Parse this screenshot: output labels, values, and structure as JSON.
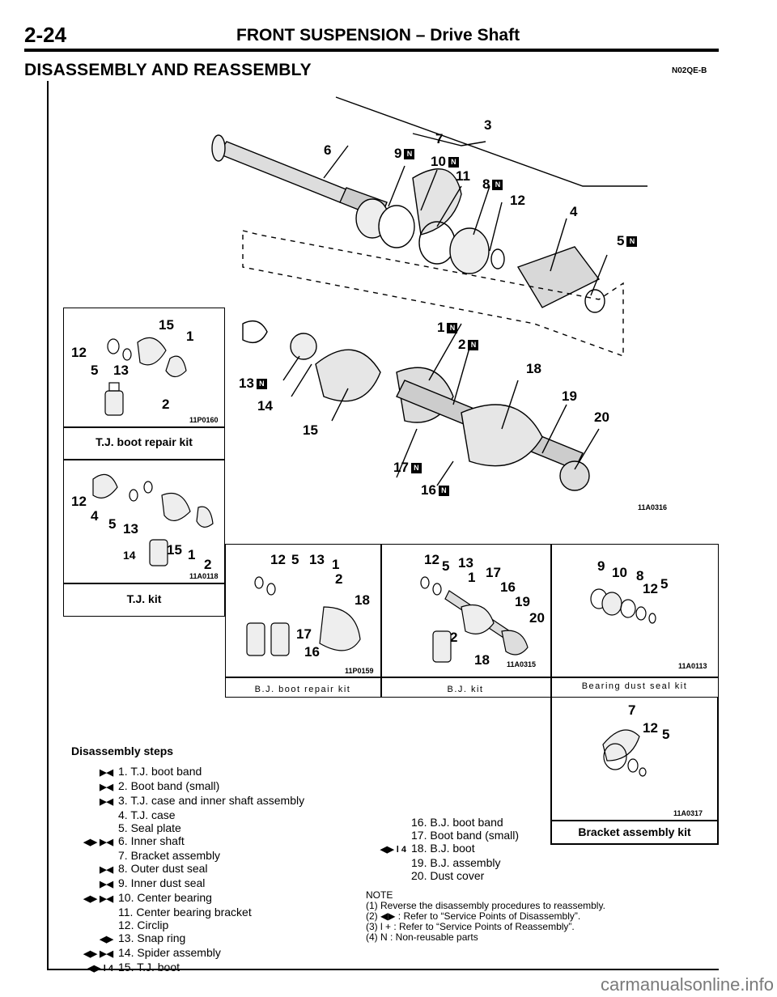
{
  "header": {
    "page_number": "2-24",
    "title": "FRONT SUSPENSION – Drive Shaft"
  },
  "section": {
    "title": "DISASSEMBLY AND REASSEMBLY",
    "code": "N02QE-B"
  },
  "main_figure": {
    "code": "11A0316",
    "callouts": [
      {
        "label": "3"
      },
      {
        "label": "6"
      },
      {
        "label": "7"
      },
      {
        "label": "9",
        "badge": "N"
      },
      {
        "label": "10",
        "badge": "N"
      },
      {
        "label": "11"
      },
      {
        "label": "8",
        "badge": "N"
      },
      {
        "label": "12"
      },
      {
        "label": "4"
      },
      {
        "label": "5",
        "badge": "N"
      },
      {
        "label": "1",
        "badge": "N"
      },
      {
        "label": "2",
        "badge": "N"
      },
      {
        "label": "13",
        "badge": "N"
      },
      {
        "label": "14"
      },
      {
        "label": "15"
      },
      {
        "label": "18"
      },
      {
        "label": "19"
      },
      {
        "label": "20"
      },
      {
        "label": "17",
        "badge": "N"
      },
      {
        "label": "16",
        "badge": "N"
      }
    ]
  },
  "kits": {
    "tj_boot_repair": {
      "caption": "T.J. boot repair kit",
      "code": "11P0160",
      "labels": [
        "15",
        "1",
        "12",
        "5",
        "13",
        "2"
      ]
    },
    "tj_kit": {
      "caption": "T.J. kit",
      "code": "11A0118",
      "labels": [
        "12",
        "4",
        "5",
        "13",
        "14",
        "15",
        "1",
        "2"
      ]
    },
    "bj_boot_repair": {
      "caption": "B.J. boot repair kit",
      "code": "11P0159",
      "labels": [
        "12",
        "5",
        "13",
        "1",
        "2",
        "18",
        "17",
        "16"
      ]
    },
    "bj_kit": {
      "caption": "B.J. kit",
      "code": "11A0315",
      "labels": [
        "12",
        "5",
        "13",
        "1",
        "17",
        "16",
        "19",
        "20",
        "2",
        "18"
      ]
    },
    "bearing_dust_seal": {
      "caption": "Bearing dust seal kit",
      "code": "11A0113",
      "labels": [
        "9",
        "10",
        "8",
        "12",
        "5"
      ]
    },
    "bracket_assembly": {
      "caption": "Bracket assembly kit",
      "code": "11A0317",
      "labels": [
        "7",
        "12",
        "5"
      ]
    }
  },
  "steps": {
    "title": "Disassembly steps",
    "left": [
      {
        "marker": "▶◀",
        "text": "1. T.J. boot band"
      },
      {
        "marker": "▶◀",
        "text": "2. Boot band (small)"
      },
      {
        "marker": "▶◀",
        "text": "3. T.J. case and inner shaft assembly"
      },
      {
        "marker": "",
        "text": "4. T.J. case"
      },
      {
        "marker": "",
        "text": "5. Seal plate"
      },
      {
        "marker": "◀▶ ▶◀",
        "text": "6. Inner shaft"
      },
      {
        "marker": "",
        "text": "7. Bracket assembly"
      },
      {
        "marker": "▶◀",
        "text": "8. Outer dust seal"
      },
      {
        "marker": "▶◀",
        "text": "9. Inner dust seal"
      },
      {
        "marker": "◀▶ ▶◀",
        "text": "10. Center bearing"
      },
      {
        "marker": "",
        "text": "11. Center bearing bracket"
      },
      {
        "marker": "",
        "text": "12. Circlip"
      },
      {
        "marker": "◀▶",
        "text": "13. Snap ring"
      },
      {
        "marker": "◀▶ ▶◀",
        "text": "14. Spider assembly"
      },
      {
        "marker": "◀▶ l 4",
        "text": "15. T.J. boot"
      }
    ],
    "right": [
      {
        "marker": "",
        "text": "16. B.J. boot band"
      },
      {
        "marker": "",
        "text": "17. Boot band (small)"
      },
      {
        "marker": "◀▶ l 4",
        "text": "18. B.J. boot"
      },
      {
        "marker": "",
        "text": "19. B.J. assembly"
      },
      {
        "marker": "",
        "text": "20. Dust cover"
      }
    ]
  },
  "note": {
    "title": "NOTE",
    "lines": [
      "(1) Reverse the disassembly procedures to reassembly.",
      "(2) ◀▶ : Refer to “Service Points of Disassembly”.",
      "(3) l + : Refer to “Service Points of Reassembly”.",
      "(4) N : Non-reusable parts"
    ]
  },
  "watermark": "carmanualsonline.info"
}
